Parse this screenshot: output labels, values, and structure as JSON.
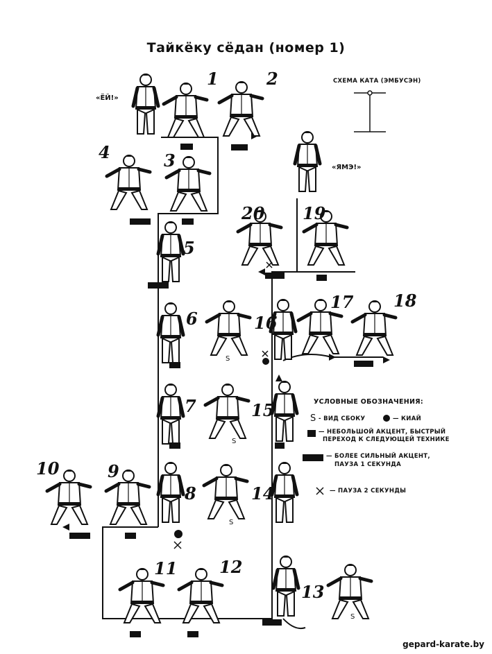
{
  "title": "Тайкёку сёдан (номер 1)",
  "commands": {
    "start": "«ЁЙ!»",
    "end": "«ЯМЭ!»"
  },
  "scheme": {
    "label": "СХЕМА КАТА (ЭМБУСЭН)"
  },
  "step_numbers": [
    "1",
    "2",
    "3",
    "4",
    "5",
    "6",
    "7",
    "8",
    "9",
    "10",
    "11",
    "12",
    "13",
    "14",
    "15",
    "16",
    "17",
    "18",
    "19",
    "20"
  ],
  "side_view_mark": "S",
  "legend": {
    "heading": "УСЛОВНЫЕ ОБОЗНАЧЕНИЯ:",
    "side_view_symbol": "S",
    "side_view": "- ВИД СБОКУ",
    "kiai": "— КИАЙ",
    "small_accent_line1": "— НЕБОЛЬШОЙ АКЦЕНТ, БЫСТРЫЙ",
    "small_accent_line2": "ПЕРЕХОД К СЛЕДУЮЩЕЙ ТЕХНИКЕ",
    "strong_accent_line1": "— БОЛЕЕ СИЛЬНЫЙ АКЦЕНТ,",
    "strong_accent_line2": "ПАУЗА 1 СЕКУНДА",
    "pause_symbol": "×",
    "pause": "— ПАУЗА 2 СЕКУНДЫ"
  },
  "watermark": "gepard-karate.by"
}
